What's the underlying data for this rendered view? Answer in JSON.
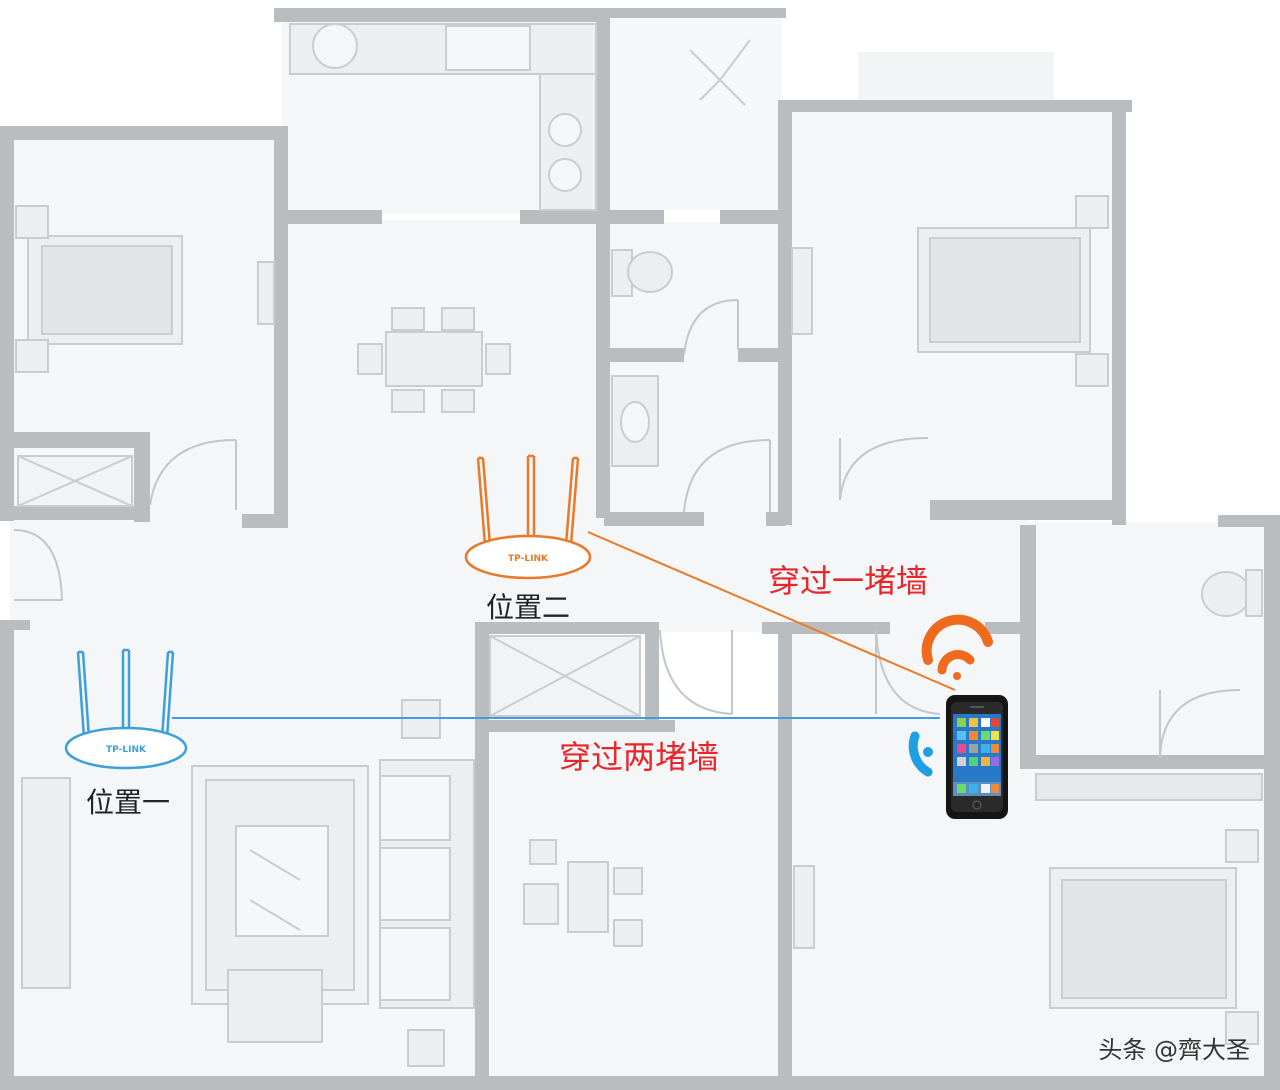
{
  "colors": {
    "floor": "#f4f6f7",
    "wall": "#b9bdc0",
    "furniture_stroke": "#c9cdd0",
    "furniture_fill": "#eceef0",
    "router_1": "#3ea0d8",
    "router_2": "#e87a2a",
    "label_red": "#e8262a",
    "wifi_orange": "#f06a1d",
    "wifi_blue": "#1f9fe3",
    "text_dark": "#222222"
  },
  "routers": {
    "position_1": {
      "brand": "TP-LINK",
      "label": "位置一"
    },
    "position_2": {
      "brand": "TP-LINK",
      "label": "位置二"
    }
  },
  "paths": {
    "one_wall": "穿过一堵墙",
    "two_walls": "穿过两堵墙"
  },
  "watermark": "头条 @齊大圣",
  "icons": {
    "router_1": "router-icon",
    "router_2": "router-icon",
    "phone": "smartphone-icon",
    "wifi_strong": "wifi-signal-icon",
    "wifi_weak": "wifi-signal-icon"
  }
}
